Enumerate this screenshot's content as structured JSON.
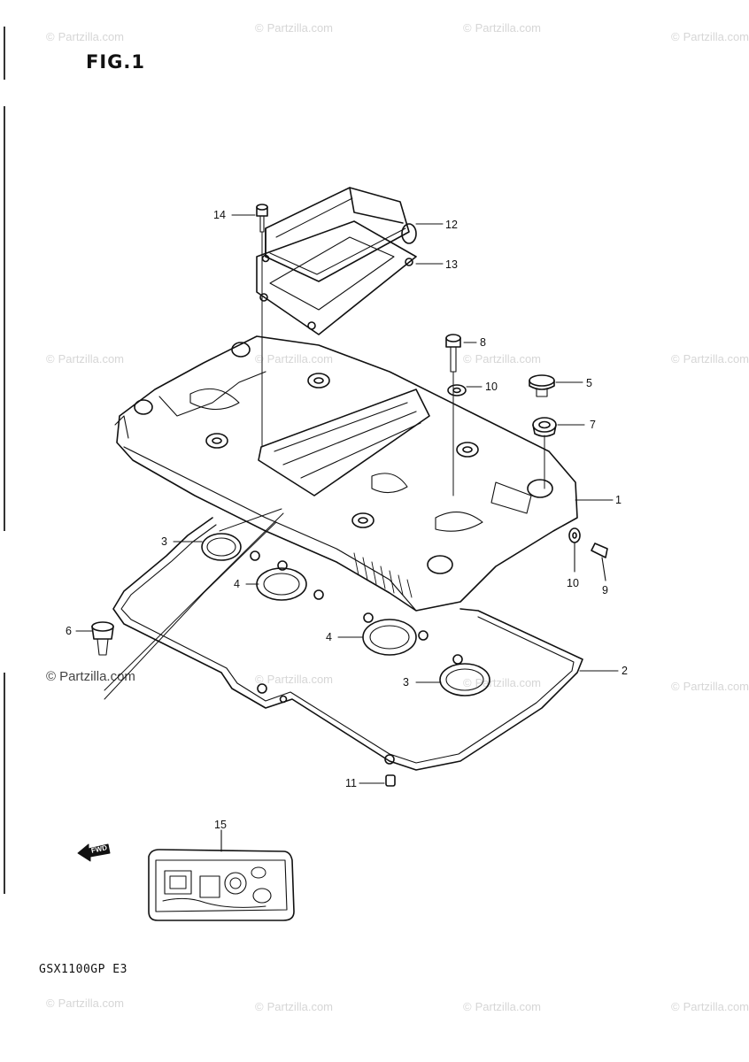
{
  "figure_title": "FIG.1",
  "model_code": "GSX1100GP  E3",
  "watermark_text": "Partzilla.com",
  "watermark_symbol": "©",
  "callouts": {
    "p1": "1",
    "p2": "2",
    "p3a": "3",
    "p3b": "3",
    "p4a": "4",
    "p4b": "4",
    "p5": "5",
    "p6": "6",
    "p7": "7",
    "p8": "8",
    "p9": "9",
    "p10a": "10",
    "p10b": "10",
    "p11": "11",
    "p12": "12",
    "p13": "13",
    "p14": "14",
    "p15": "15"
  },
  "front_arrow_label": "FWD",
  "colors": {
    "ink": "#111111",
    "watermark": "#d6d6d6"
  }
}
